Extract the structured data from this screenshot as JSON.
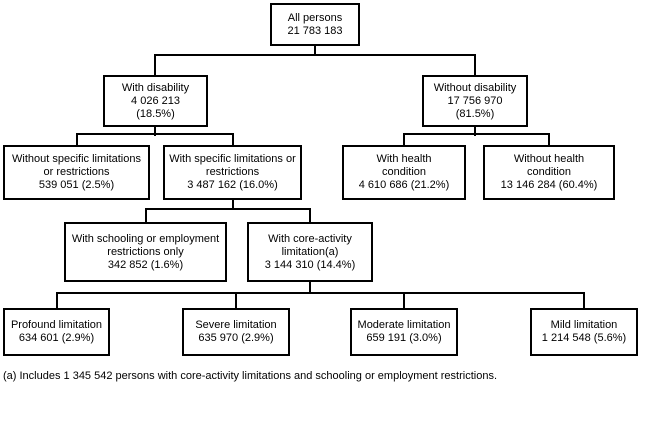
{
  "diagram": {
    "nodes": {
      "all_persons": {
        "lines": [
          "All persons",
          "21 783 183"
        ]
      },
      "with_disability": {
        "lines": [
          "With disability",
          "4 026 213",
          "(18.5%)"
        ]
      },
      "without_disability": {
        "lines": [
          "Without disability",
          "17 756 970",
          "(81.5%)"
        ]
      },
      "without_specific": {
        "lines": [
          "Without specific limitations",
          "or restrictions",
          "539 051 (2.5%)"
        ]
      },
      "with_specific": {
        "lines": [
          "With specific limitations or",
          "restrictions",
          "3 487 162 (16.0%)"
        ]
      },
      "with_health": {
        "lines": [
          "With health",
          "condition",
          "4 610 686 (21.2%)"
        ]
      },
      "without_health": {
        "lines": [
          "Without health",
          "condition",
          "13 146 284 (60.4%)"
        ]
      },
      "with_schooling": {
        "lines": [
          "With schooling or employment",
          "restrictions only",
          "342 852 (1.6%)"
        ]
      },
      "core_activity": {
        "lines": [
          "With core-activity",
          "limitation(a)",
          "3 144 310 (14.4%)"
        ]
      },
      "profound": {
        "lines": [
          "Profound limitation",
          "634 601 (2.9%)"
        ]
      },
      "severe": {
        "lines": [
          "Severe limitation",
          "635 970 (2.9%)"
        ]
      },
      "moderate": {
        "lines": [
          "Moderate limitation",
          "659 191 (3.0%)"
        ]
      },
      "mild": {
        "lines": [
          "Mild limitation",
          "1 214 548 (5.6%)"
        ]
      }
    },
    "footnote": "(a) Includes 1 345 542 persons with core-activity limitations and schooling or employment restrictions.",
    "colors": {
      "background": "#ffffff",
      "box_fill": "#ffffff",
      "box_border": "#000000",
      "connector": "#000000",
      "text": "#000000"
    }
  }
}
